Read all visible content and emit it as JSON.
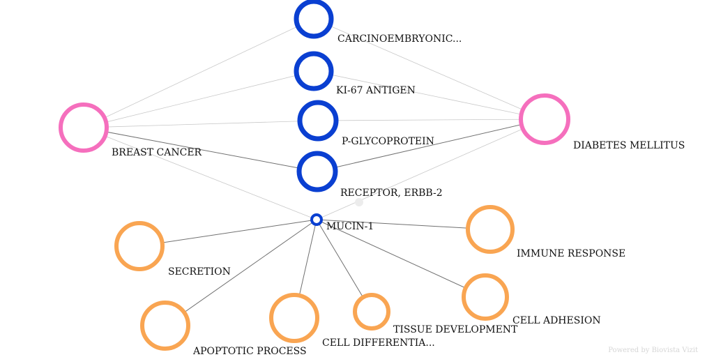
{
  "colors": {
    "gene": "#0a3fd1",
    "disease": "#f56fbd",
    "process": "#f9a552",
    "edge_light": "#c8c8c8",
    "edge_dark": "#707070"
  },
  "nodes": {
    "carcinoembryonic": {
      "label": "CARCINOEMBRYONIC...",
      "kind": "gene"
    },
    "ki67": {
      "label": "KI-67 ANTIGEN",
      "kind": "gene"
    },
    "pglycoprotein": {
      "label": "P-GLYCOPROTEIN",
      "kind": "gene"
    },
    "erbb2": {
      "label": "RECEPTOR, ERBB-2",
      "kind": "gene"
    },
    "mucin1": {
      "label": "MUCIN-1",
      "kind": "gene"
    },
    "breast_cancer": {
      "label": "BREAST CANCER",
      "kind": "disease"
    },
    "diabetes": {
      "label": "DIABETES MELLITUS",
      "kind": "disease"
    },
    "secretion": {
      "label": "SECRETION",
      "kind": "process"
    },
    "immune_response": {
      "label": "IMMUNE RESPONSE",
      "kind": "process"
    },
    "apoptotic": {
      "label": "APOPTOTIC PROCESS",
      "kind": "process"
    },
    "cell_diff": {
      "label": "CELL DIFFERENTIA...",
      "kind": "process"
    },
    "tissue_dev": {
      "label": "TISSUE DEVELOPMENT",
      "kind": "process"
    },
    "cell_adhesion": {
      "label": "CELL ADHESION",
      "kind": "process"
    }
  },
  "edges": [
    {
      "from": "breast_cancer",
      "to": "carcinoembryonic",
      "weight": "light"
    },
    {
      "from": "breast_cancer",
      "to": "ki67",
      "weight": "light"
    },
    {
      "from": "breast_cancer",
      "to": "pglycoprotein",
      "weight": "light"
    },
    {
      "from": "breast_cancer",
      "to": "erbb2",
      "weight": "dark"
    },
    {
      "from": "breast_cancer",
      "to": "mucin1",
      "weight": "light"
    },
    {
      "from": "diabetes",
      "to": "carcinoembryonic",
      "weight": "light"
    },
    {
      "from": "diabetes",
      "to": "ki67",
      "weight": "light"
    },
    {
      "from": "diabetes",
      "to": "pglycoprotein",
      "weight": "light"
    },
    {
      "from": "diabetes",
      "to": "erbb2",
      "weight": "dark"
    },
    {
      "from": "diabetes",
      "to": "mucin1",
      "weight": "light"
    },
    {
      "from": "mucin1",
      "to": "secretion",
      "weight": "dark"
    },
    {
      "from": "mucin1",
      "to": "immune_response",
      "weight": "dark"
    },
    {
      "from": "mucin1",
      "to": "apoptotic",
      "weight": "dark"
    },
    {
      "from": "mucin1",
      "to": "cell_diff",
      "weight": "dark"
    },
    {
      "from": "mucin1",
      "to": "tissue_dev",
      "weight": "dark"
    },
    {
      "from": "mucin1",
      "to": "cell_adhesion",
      "weight": "dark"
    }
  ],
  "watermark": "Powered by Biovista Vizit"
}
